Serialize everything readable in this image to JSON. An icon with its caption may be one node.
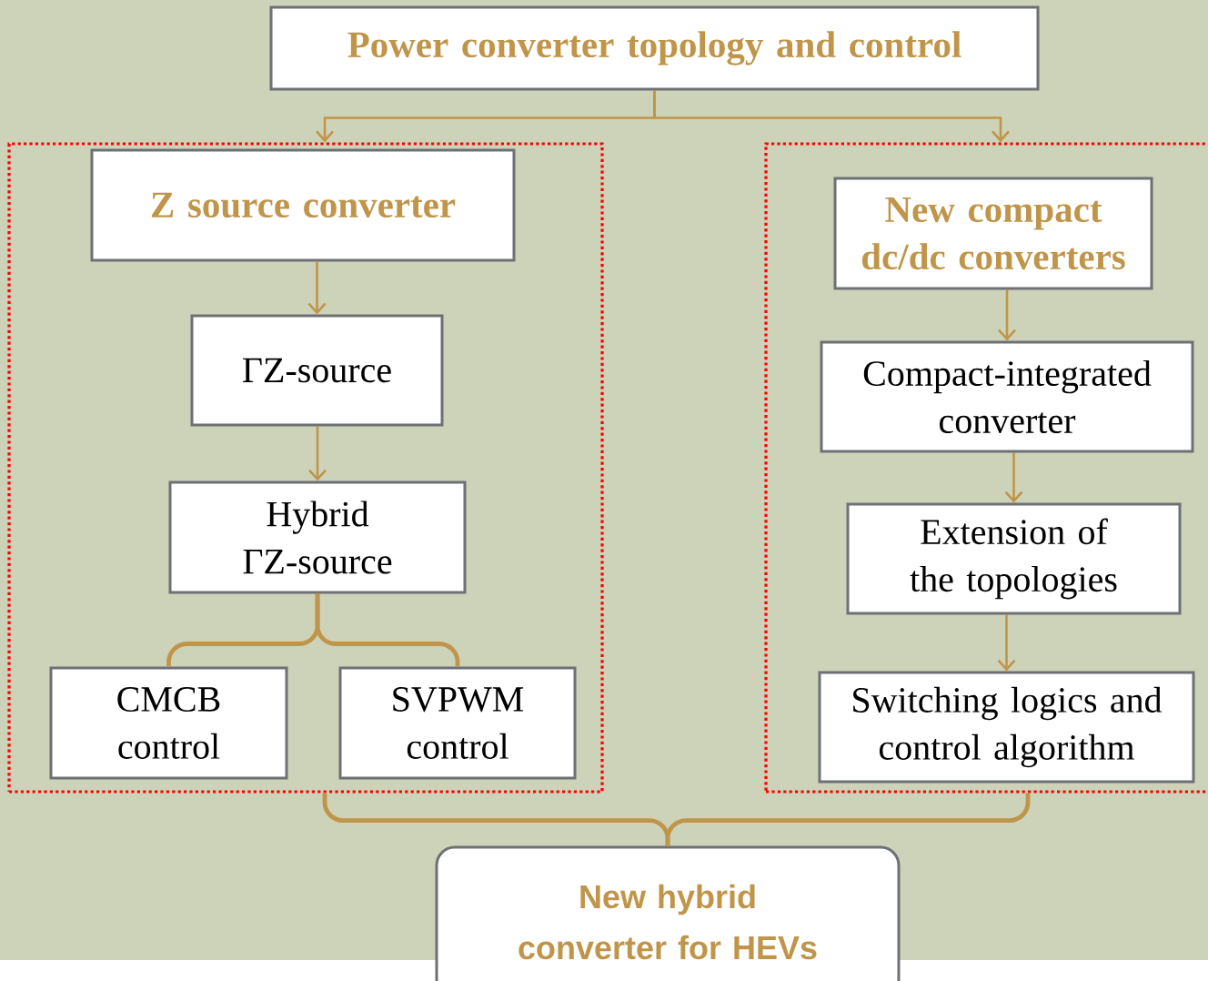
{
  "diagram": {
    "nodes": [
      {
        "text": [
          "Power converter topology and control"
        ]
      },
      {
        "text": [],
        "shape": "box"
      },
      {
        "text": [],
        "shape": "box"
      },
      {
        "text": [
          "Z source converter"
        ],
        "in": 1
      },
      {
        "text": [
          "ΓZ-source"
        ],
        "in": 1
      },
      {
        "text": [
          "Hybrid ΓZ-source"
        ],
        "in": 1
      },
      {
        "text": [
          "CMCB control"
        ],
        "in": 1
      },
      {
        "text": [
          "SVPWM control"
        ],
        "in": 1
      },
      {
        "text": [
          "New compact dc/dc converters"
        ],
        "in": 2
      },
      {
        "text": [
          "Compact-integrated converter"
        ],
        "in": 2
      },
      {
        "text": [
          "Extension of the topologies"
        ],
        "in": 2
      },
      {
        "text": [
          "Switching logics and control algorithm"
        ],
        "in": 2
      },
      {
        "text": [
          "New hybrid converter for HEVs"
        ]
      }
    ],
    "edges": [
      {
        "from": 0,
        "to": 1,
        "arrow": "to"
      },
      {
        "from": 0,
        "to": 2,
        "arrow": "to"
      },
      {
        "from": 3,
        "to": 4,
        "arrow": "to"
      },
      {
        "from": 4,
        "to": 5,
        "arrow": "to"
      },
      {
        "from": 5,
        "to": 6,
        "arrow": "none",
        "style": "thick"
      },
      {
        "from": 5,
        "to": 7,
        "arrow": "none",
        "style": "thick"
      },
      {
        "from": 8,
        "to": 9,
        "arrow": "to"
      },
      {
        "from": 9,
        "to": 10,
        "arrow": "to"
      },
      {
        "from": 10,
        "to": 11,
        "arrow": "to"
      },
      {
        "from": 1,
        "to": 12,
        "arrow": "none",
        "style": "thick"
      },
      {
        "from": 2,
        "to": 12,
        "arrow": "none",
        "style": "thick"
      }
    ]
  }
}
